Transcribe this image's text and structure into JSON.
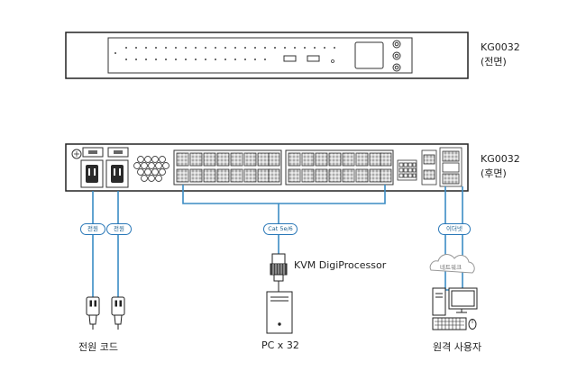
{
  "front_unit": {
    "model": "KG0032",
    "side": "(전면)"
  },
  "rear_unit": {
    "model": "KG0032",
    "side": "(후면)"
  },
  "power": {
    "badge": "전원",
    "cord_label": "전원 코드"
  },
  "cat": {
    "badge": "Cat 5e/6"
  },
  "kvm": {
    "label": "KVM DigiProcessor"
  },
  "pc": {
    "label": "PC x 32"
  },
  "ethernet": {
    "badge": "이더넷",
    "network_label": "네트워크"
  },
  "remote": {
    "label": "원격 사용자"
  },
  "colors": {
    "cable": "#3a8cc4",
    "device_line": "#222222",
    "badge_border": "#2a78b8"
  }
}
